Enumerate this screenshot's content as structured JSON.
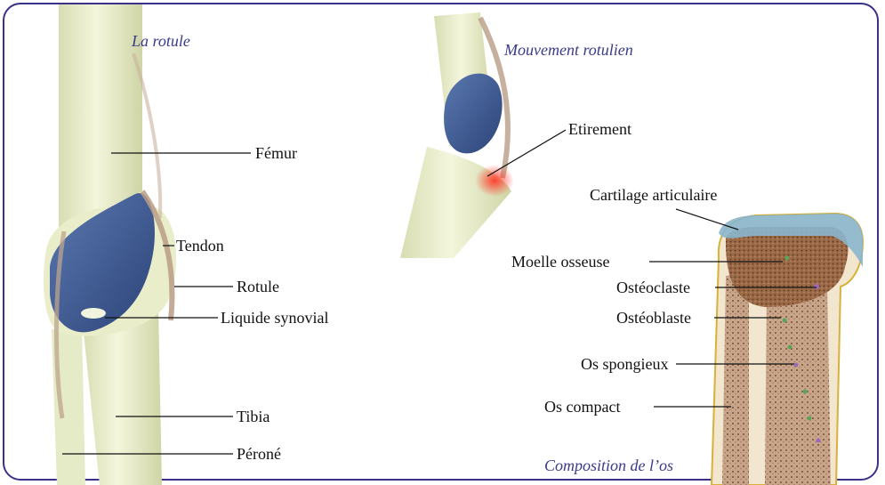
{
  "titles": {
    "knee": "La rotule",
    "movement": "Mouvement rotulien",
    "bone": "Composition de l’os"
  },
  "labels": {
    "femur": "Fémur",
    "tendon": "Tendon",
    "patella": "Rotule",
    "synovial_fluid": "Liquide synovial",
    "tibia": "Tibia",
    "fibula": "Péroné",
    "stretch": "Etirement",
    "articular_cartilage": "Cartilage articulaire",
    "bone_marrow": "Moelle osseuse",
    "osteoclast": "Ostéoclaste",
    "osteoblast": "Ostéoblaste",
    "spongy_bone": "Os spongieux",
    "compact_bone": "Os compact"
  },
  "colors": {
    "frame": "#3a3189",
    "title": "#3a3b8a",
    "cartilage": "#3e5a94",
    "bone": "#eef2cf",
    "marrow": "#a0714f",
    "stretch_highlight": "#e8412f"
  }
}
